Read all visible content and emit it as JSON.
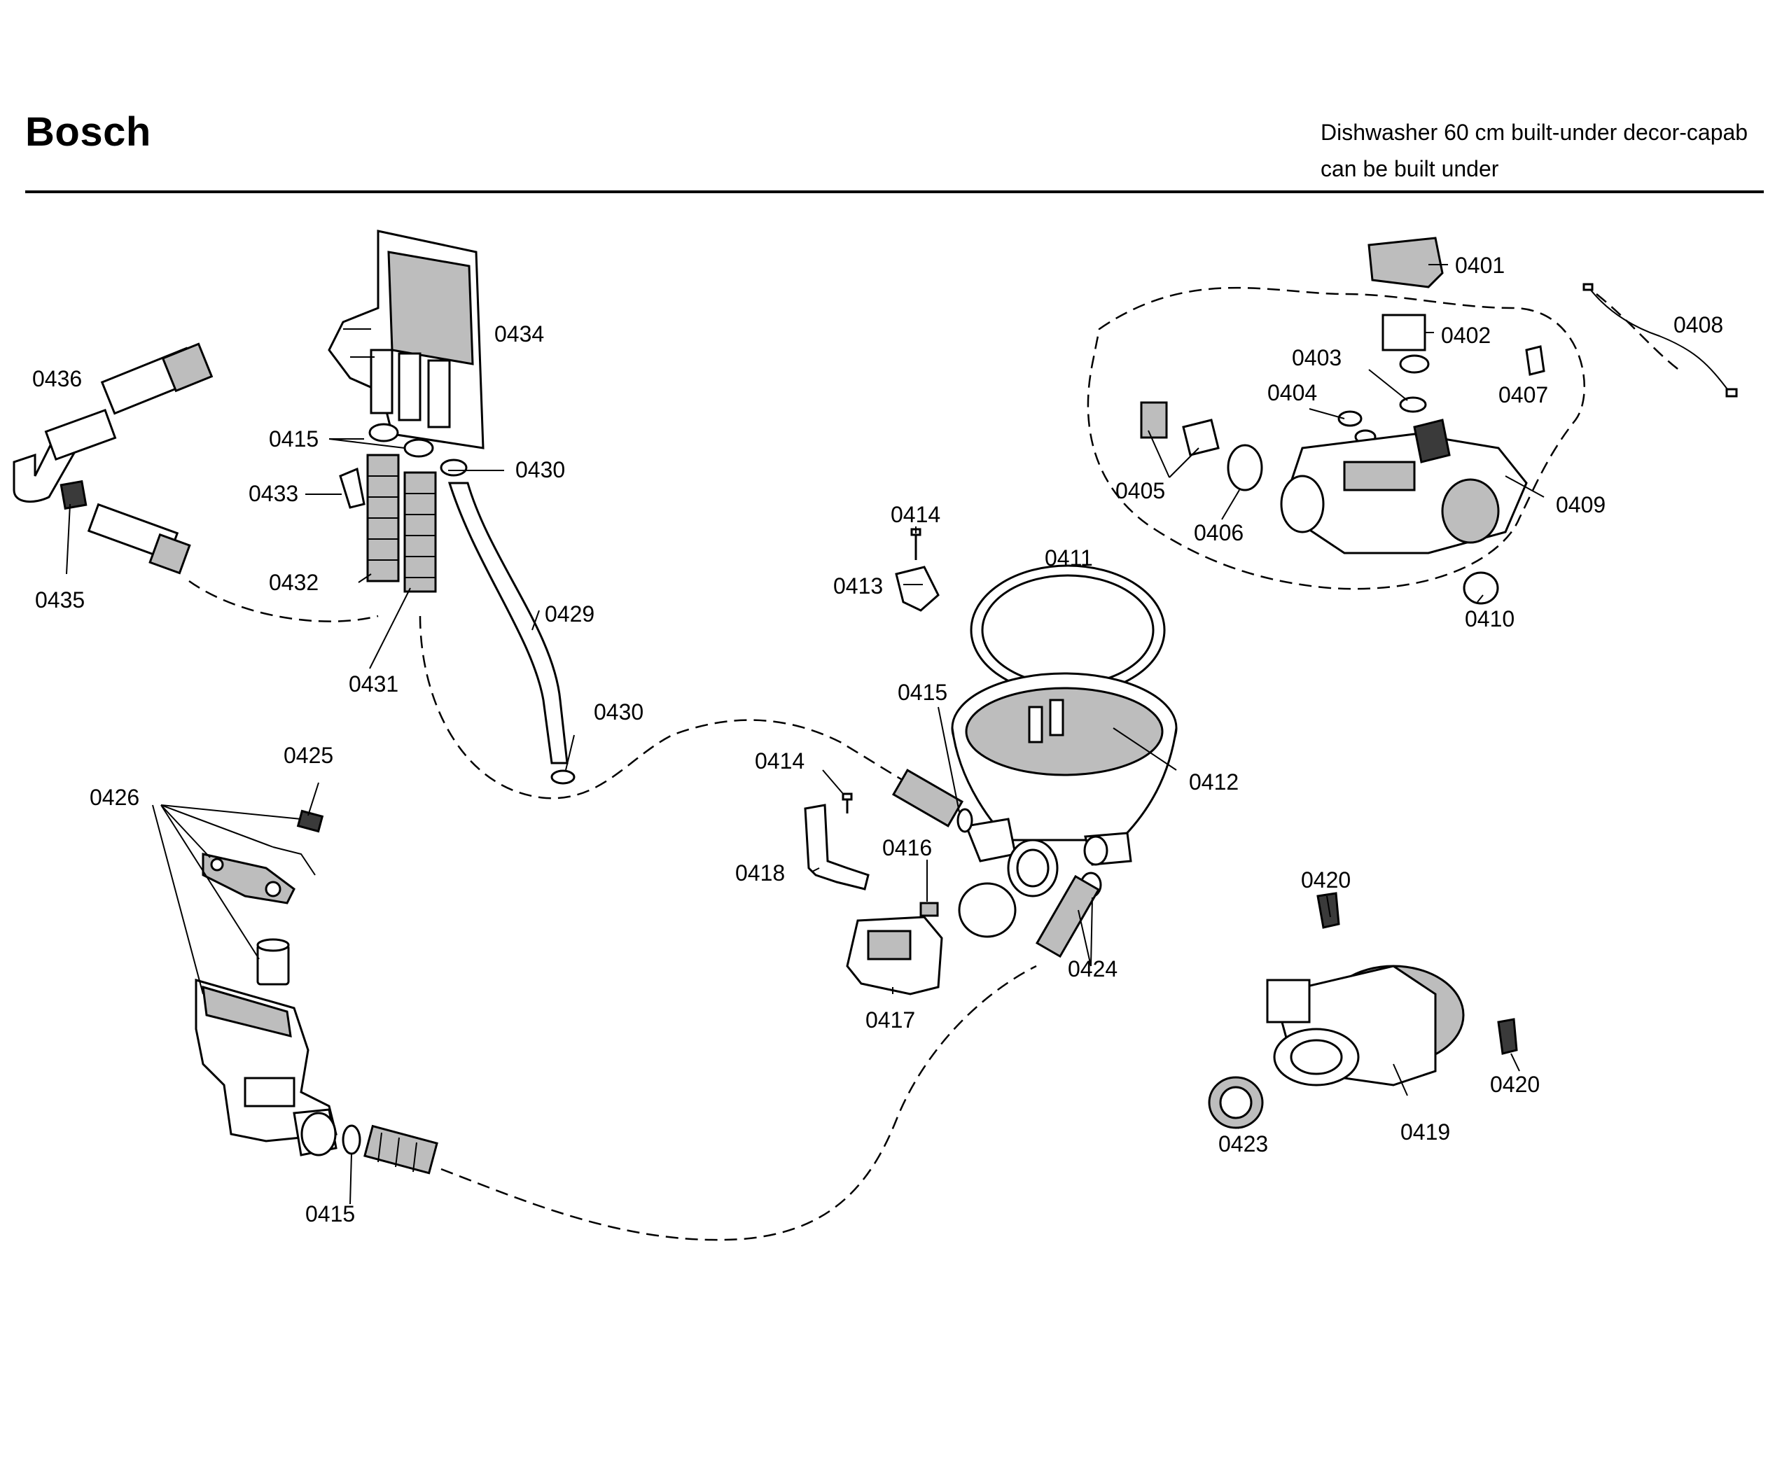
{
  "header": {
    "brand": "Bosch",
    "description_line1": "Dishwasher 60 cm built-under decor-capab",
    "description_line2": "can be built under"
  },
  "callouts": {
    "c0401": "0401",
    "c0402": "0402",
    "c0403": "0403",
    "c0404": "0404",
    "c0405": "0405",
    "c0406": "0406",
    "c0407": "0407",
    "c0408": "0408",
    "c0409": "0409",
    "c0410": "0410",
    "c0411": "0411",
    "c0412": "0412",
    "c0413": "0413",
    "c0414a": "0414",
    "c0414b": "0414",
    "c0415a": "0415",
    "c0415b": "0415",
    "c0415c": "0415",
    "c0416": "0416",
    "c0417": "0417",
    "c0418": "0418",
    "c0419": "0419",
    "c0420a": "0420",
    "c0420b": "0420",
    "c0423": "0423",
    "c0424": "0424",
    "c0425": "0425",
    "c0426": "0426",
    "c0429": "0429",
    "c0430a": "0430",
    "c0430b": "0430",
    "c0431": "0431",
    "c0432": "0432",
    "c0433": "0433",
    "c0434": "0434",
    "c0435": "0435",
    "c0436": "0436"
  }
}
